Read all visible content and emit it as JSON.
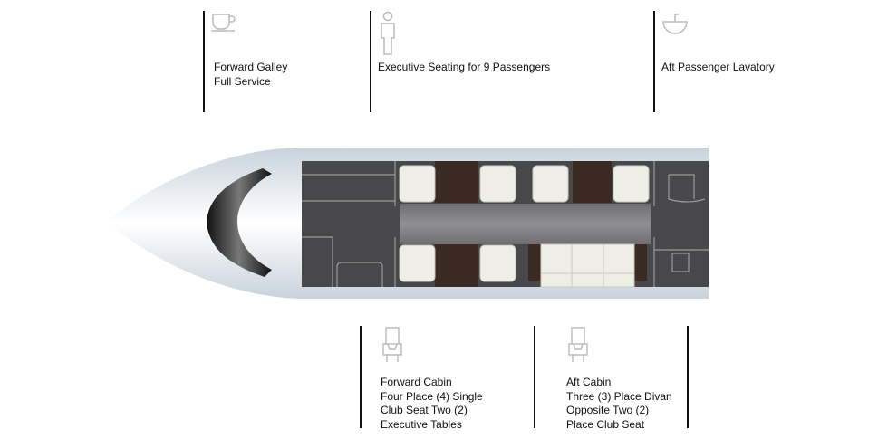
{
  "top_callouts": [
    {
      "icon": "coffee-cup-icon",
      "lines": [
        "Forward Galley",
        "Full Service"
      ]
    },
    {
      "icon": "person-icon",
      "lines": [
        "Executive Seating for 9 Passengers"
      ]
    },
    {
      "icon": "sink-icon",
      "lines": [
        "Aft Passenger Lavatory"
      ]
    }
  ],
  "bottom_callouts": [
    {
      "icon": "seat-icon",
      "lines": [
        "Forward Cabin",
        "Four Place (4) Single",
        "Club Seat Two (2)",
        "Executive Tables"
      ]
    },
    {
      "icon": "seat-icon",
      "lines": [
        "Aft Cabin",
        "Three (3) Place Divan",
        "Opposite Two (2)",
        "Place Club Seat"
      ]
    }
  ],
  "colors": {
    "floor": "#48484a",
    "aisle": "#8a8a8c",
    "wood": "#3b2a22",
    "seat": "#efeee6",
    "fuselage": "#e4e9ef"
  }
}
